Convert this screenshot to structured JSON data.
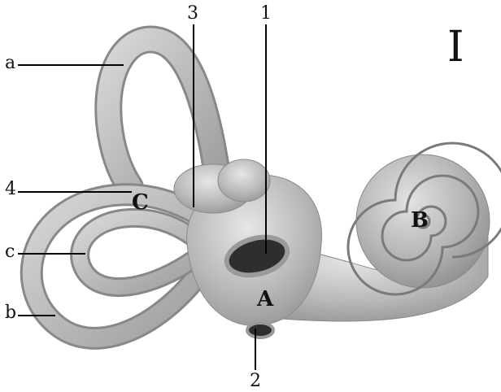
{
  "diagram": {
    "corner_label": "I",
    "leader_labels": {
      "a": "a",
      "b": "b",
      "c": "c",
      "n1": "1",
      "n2": "2",
      "n3": "3",
      "n4": "4"
    },
    "region_labels": {
      "A": "A",
      "B": "B",
      "C": "C"
    },
    "colors": {
      "structure_fill": "#b5b5b5",
      "structure_highlight": "#dedede",
      "structure_shadow": "#7c7c7c",
      "opening_fill": "#2e2e2e",
      "line": "#000000",
      "background": "#ffffff"
    }
  }
}
